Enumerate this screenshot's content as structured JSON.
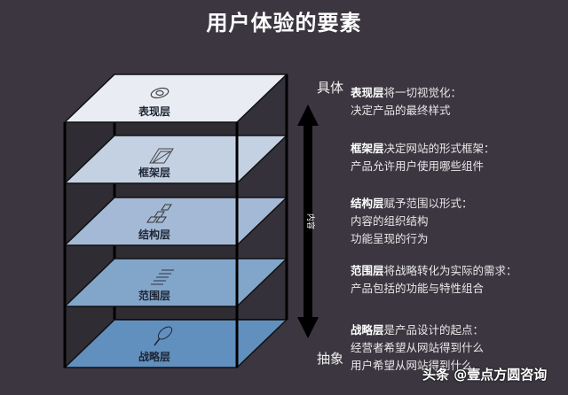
{
  "title": "用户体验的要素",
  "layers": [
    {
      "name": "表现层",
      "icon": "eye-icon",
      "color": "#e9edf3",
      "desc_lead": "将一切视觉化：",
      "desc_lines": [
        "决定产品的最终样式"
      ]
    },
    {
      "name": "框架层",
      "icon": "wireframe-icon",
      "color": "#c4d1e3",
      "desc_lead": "决定网站的形式框架：",
      "desc_lines": [
        "产品允许用户使用哪些组件"
      ]
    },
    {
      "name": "结构层",
      "icon": "structure-icon",
      "color": "#a4b9d5",
      "desc_lead": "赋予范围以形式：",
      "desc_lines": [
        "内容的组织结构",
        "功能呈现的行为"
      ]
    },
    {
      "name": "范围层",
      "icon": "list-icon",
      "color": "#82a5ca",
      "desc_lead": "将战略转化为实际的需求：",
      "desc_lines": [
        "产品包括的功能与特性组合"
      ]
    },
    {
      "name": "战略层",
      "icon": "balloon-icon",
      "color": "#6190be",
      "desc_lead": "是产品设计的起点：",
      "desc_lines": [
        "经营者希望从网站得到什么",
        "用户希望从网站得到什么"
      ]
    }
  ],
  "axis": {
    "top": "具体",
    "bottom": "抽象",
    "arrow_label": "内容"
  },
  "watermark": "头条 @壹点方圆咨询"
}
